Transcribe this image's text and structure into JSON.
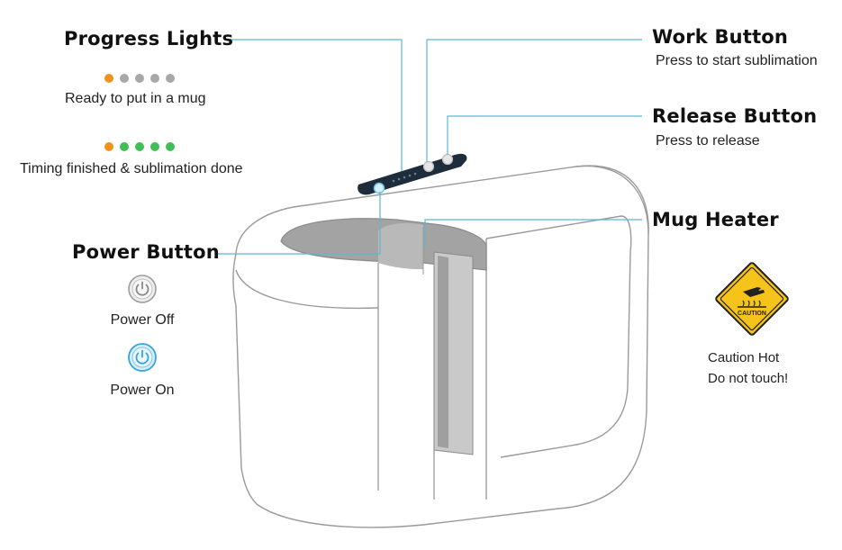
{
  "colors": {
    "leader_line": "#5bb7d6",
    "light_orange": "#f0931e",
    "light_gray": "#a8a8a8",
    "light_green": "#3fbf57",
    "power_on": "#3aa3dc",
    "caution_yellow": "#f6c31b"
  },
  "labels": {
    "progress_lights": {
      "title": "Progress Lights",
      "state_ready": {
        "desc": "Ready to put in a mug",
        "dots": [
          "orange",
          "gray",
          "gray",
          "gray",
          "gray"
        ]
      },
      "state_done": {
        "desc": "Timing finished & sublimation done",
        "dots": [
          "orange",
          "green",
          "green",
          "green",
          "green"
        ]
      }
    },
    "work_button": {
      "title": "Work Button",
      "desc": "Press to start sublimation"
    },
    "release_button": {
      "title": "Release Button",
      "desc": "Press to release"
    },
    "mug_heater": {
      "title": "Mug Heater"
    },
    "power_button": {
      "title": "Power Button",
      "off_label": "Power Off",
      "on_label": "Power On",
      "off_icon": "power-off-icon",
      "on_icon": "power-on-icon"
    },
    "caution": {
      "sign_text": "CAUTION",
      "line1": "Caution Hot",
      "line2": "Do not touch!",
      "icon": "hot-surface-warning-icon"
    }
  }
}
